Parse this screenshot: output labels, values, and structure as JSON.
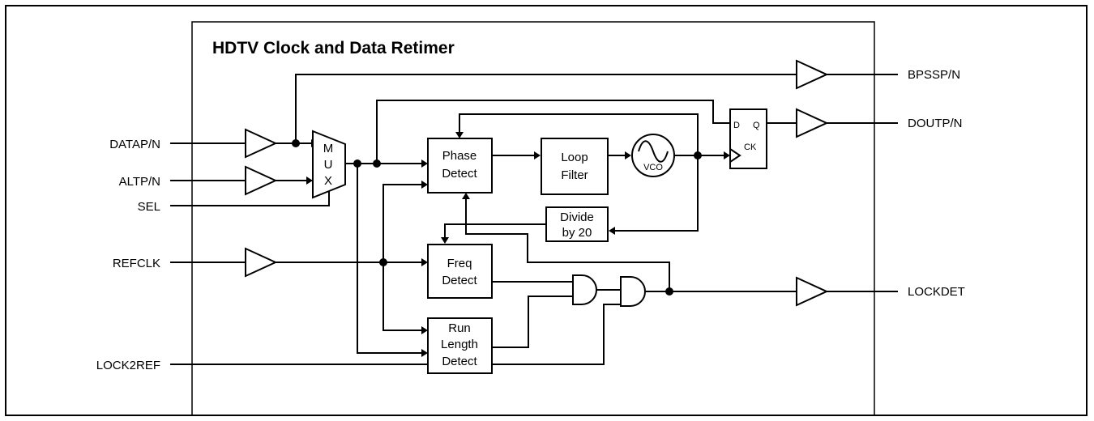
{
  "title": "HDTV Clock and Data Retimer",
  "inputs": {
    "datap": "DATAP/N",
    "altp": "ALTP/N",
    "sel": "SEL",
    "refclk": "REFCLK",
    "lock2ref": "LOCK2REF"
  },
  "outputs": {
    "bpssp": "BPSSP/N",
    "doutp": "DOUTP/N",
    "lockdet": "LOCKDET"
  },
  "blocks": {
    "mux": [
      "M",
      "U",
      "X"
    ],
    "phase_detect": [
      "Phase",
      "Detect"
    ],
    "loop_filter": [
      "Loop",
      "Filter"
    ],
    "vco": "VCO",
    "divide": [
      "Divide",
      "by 20"
    ],
    "freq_detect": [
      "Freq",
      "Detect"
    ],
    "run_length": [
      "Run",
      "Length",
      "Detect"
    ],
    "flipflop": {
      "d": "D",
      "q": "Q",
      "ck": "CK"
    }
  }
}
